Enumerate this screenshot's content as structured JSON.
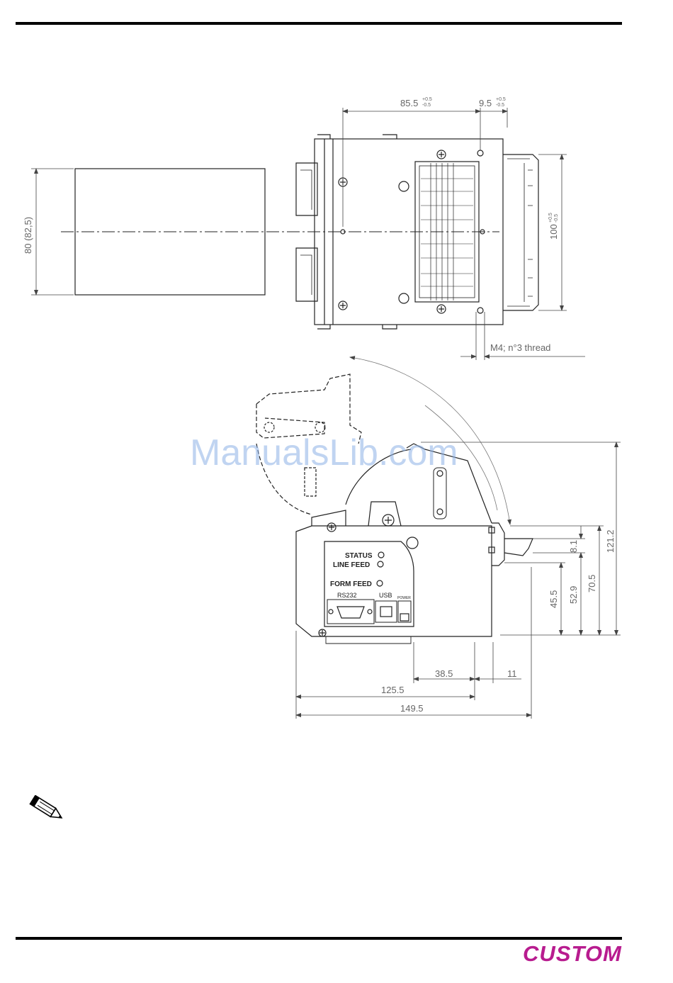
{
  "watermark": "ManualsLib.com",
  "brand": {
    "logo_text": "CUSTOM",
    "color": "#b81c8f"
  },
  "top_view": {
    "dims": {
      "width_85_5": "85.5",
      "width_85_5_tol_plus": "+0.5",
      "width_85_5_tol_minus": "-0.5",
      "width_9_5": "9.5",
      "width_9_5_tol_plus": "+0.5",
      "width_9_5_tol_minus": "-0.5",
      "paper_width": "80 (82,5)",
      "height_100": "100",
      "height_100_tol_plus": "+0.5",
      "height_100_tol_minus": "-0.5"
    },
    "thread_note": "M4; n°3 thread"
  },
  "side_view": {
    "panel_labels": {
      "status": "STATUS",
      "line_feed": "LINE  FEED",
      "form_feed": "FORM  FEED",
      "rs232": "RS232",
      "usb": "USB",
      "power": "POWER"
    },
    "dims": {
      "d_121_2": "121.2",
      "d_8_1": "8.1",
      "d_70_5": "70.5",
      "d_52_9": "52.9",
      "d_45_5": "45.5",
      "d_38_5": "38.5",
      "d_11": "11",
      "d_125_5": "125.5",
      "d_149_5": "149.5"
    }
  },
  "icons": {
    "note": "pencil-icon"
  }
}
